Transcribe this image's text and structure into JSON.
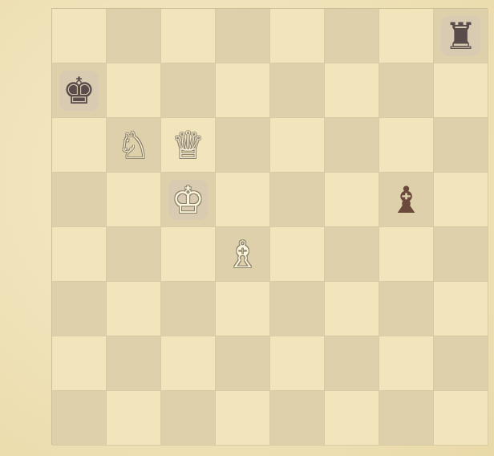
{
  "board": {
    "rows": [
      [
        "",
        "",
        "",
        "",
        "",
        "",
        "",
        "black-rook"
      ],
      [
        "black-king",
        "",
        "",
        "",
        "",
        "",
        "",
        ""
      ],
      [
        "",
        "white-knight",
        "white-queen",
        "",
        "",
        "",
        "",
        ""
      ],
      [
        "",
        "",
        "white-king",
        "",
        "",
        "",
        "black-bishop",
        ""
      ],
      [
        "",
        "",
        "",
        "white-bishop",
        "",
        "",
        "",
        ""
      ],
      [
        "",
        "",
        "",
        "",
        "",
        "",
        "",
        ""
      ],
      [
        "",
        "",
        "",
        "",
        "",
        "",
        "",
        ""
      ],
      [
        "",
        "",
        "",
        "",
        "",
        "",
        "",
        ""
      ]
    ]
  },
  "glyphs": {
    "black-rook": "♜",
    "black-king": "♚",
    "black-bishop": "♝",
    "white-knight": "♘",
    "white-queen": "♕",
    "white-king": "♔",
    "white-bishop": "♗"
  },
  "colors": {
    "light_square": "#f2e4bb",
    "dark_square": "#ddd0aa",
    "black_piece": "#6b4a3c",
    "white_piece_outline": "#8a7f68"
  }
}
